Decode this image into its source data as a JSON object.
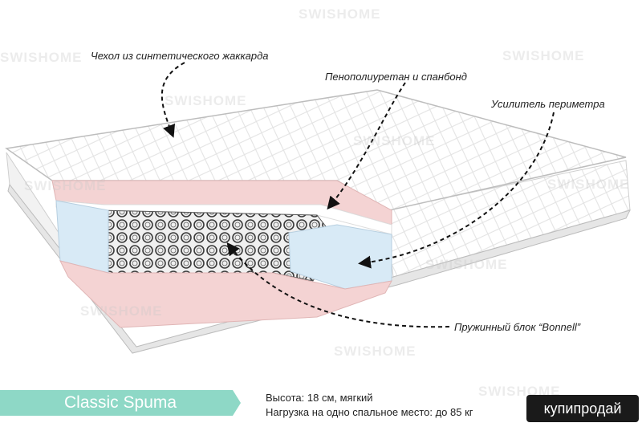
{
  "watermark": "SWISHOME",
  "labels": {
    "cover": "Чехол из синтетического жаккарда",
    "foam": "Пенополиуретан и спанбонд",
    "perimeter": "Усилитель периметра",
    "spring": "Пружинный блок “Bonnell”"
  },
  "product": {
    "name": "Classic Spuma",
    "height": "Высота: 18 см, мягкий",
    "load": "Нагрузка на одно спальное место: до 85 кг"
  },
  "site_badge": "купипродай",
  "colors": {
    "banner": "#8ed8c6",
    "foam_pink": "#f4d3d3",
    "perimeter_blue": "#d8eaf6",
    "badge": "#1a1a1a"
  }
}
